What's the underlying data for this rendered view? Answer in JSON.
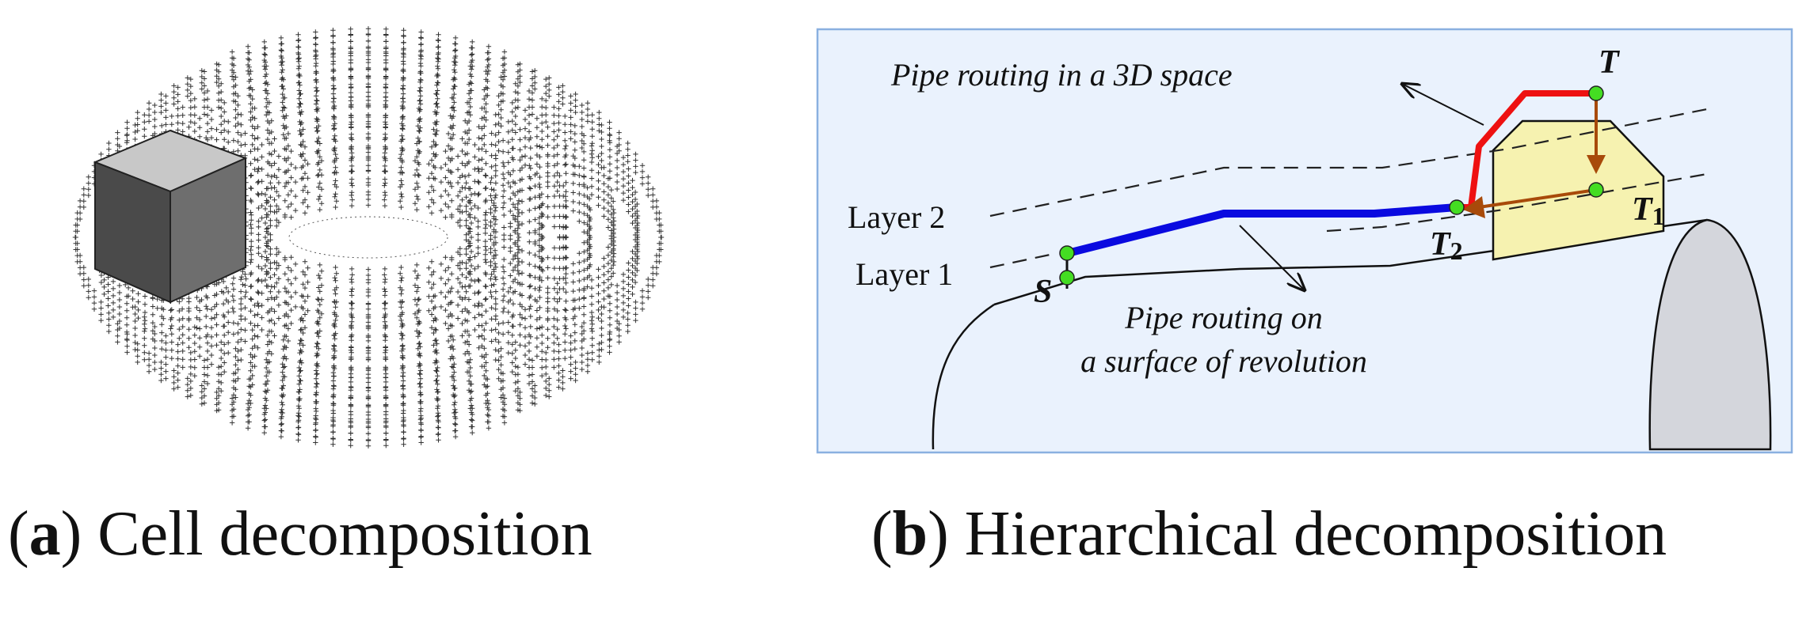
{
  "panel_a": {
    "caption_letter": "a",
    "caption_text": "Cell decomposition"
  },
  "panel_b": {
    "caption_letter": "b",
    "caption_text": "Hierarchical decomposition",
    "label_3d": "Pipe routing in a 3D space",
    "label_surface_line1": "Pipe routing on",
    "label_surface_line2": "a surface of revolution",
    "layer2": "Layer 2",
    "layer1": "Layer 1",
    "point_T": "T",
    "point_T1": "T",
    "point_T1_sub": "1",
    "point_T2": "T",
    "point_T2_sub": "2",
    "point_S": "S",
    "colors": {
      "background": "#eaf2fd",
      "border": "#8ab0e0",
      "pipe_3d": "#ee1111",
      "pipe_surface": "#0a0ae0",
      "obstacle": "#f6f2b0",
      "arrow": "#a84a0a",
      "node": "#44dd22",
      "cylinder_end": "#d4d6dc"
    }
  }
}
